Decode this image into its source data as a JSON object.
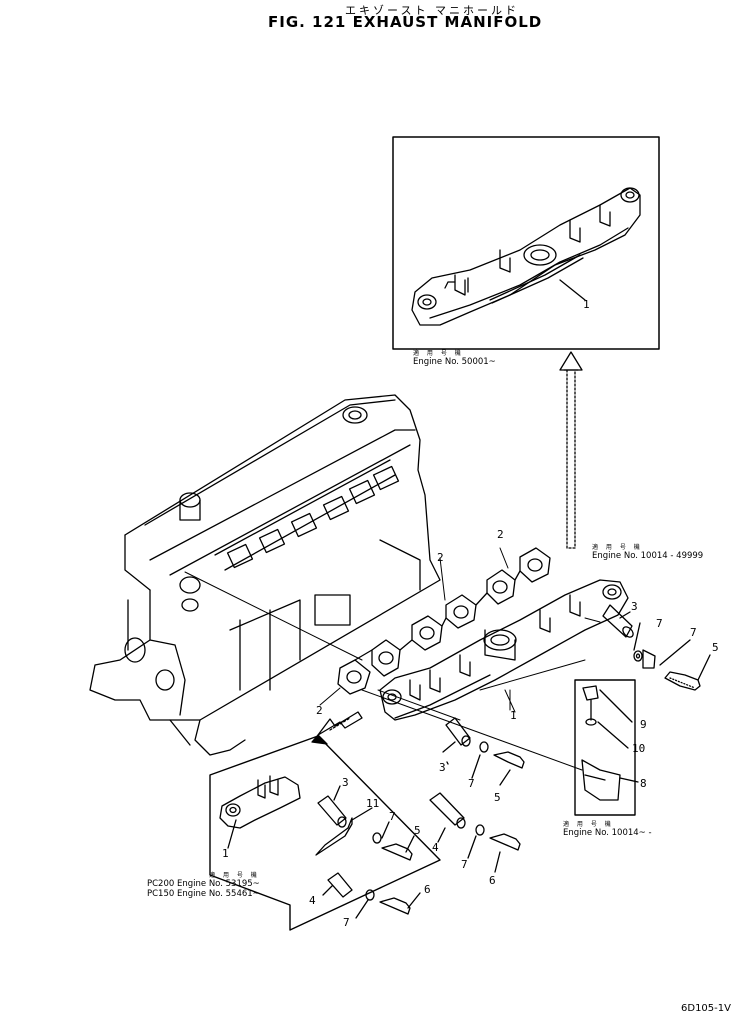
{
  "figure": {
    "title_jp": "エキゾースト マニホールド",
    "title": "FIG. 121  EXHAUST  MANIFOLD",
    "code": "6D105-1V"
  },
  "notes": {
    "upper_jp": "適 用 号 機",
    "upper": "Engine No. 50001~",
    "right_jp": "適 用 号 機",
    "right": "Engine No. 10014 - 49999",
    "bracket_jp": "適 用 号 機",
    "bracket": "Engine No. 10014~ -",
    "lower_jp": "適 用 号 機",
    "lower1": "PC200 Engine No. 53195~",
    "lower2": "PC150 Engine No. 55461~"
  },
  "callouts": {
    "c1_top": "1",
    "c2_a": "2",
    "c2_b": "2",
    "c2_c": "2",
    "c1_mid": "1",
    "c3_r": "3",
    "c7_r1": "7",
    "c7_r2": "7",
    "c5_r": "5",
    "c9": "9",
    "c10": "10",
    "c8": "8",
    "c3_c": "3",
    "c7_c": "7",
    "c5_c": "5",
    "c4_c": "4",
    "c7_c2": "7",
    "c6_c": "6",
    "c3_l": "3",
    "c11": "11",
    "c7_l": "7",
    "c5_l": "5",
    "c1_l": "1",
    "c4_l": "4",
    "c7_l2": "7",
    "c6_l": "6"
  },
  "icons": [
    "arrow-up-icon",
    "arrow-down-left-icon"
  ]
}
